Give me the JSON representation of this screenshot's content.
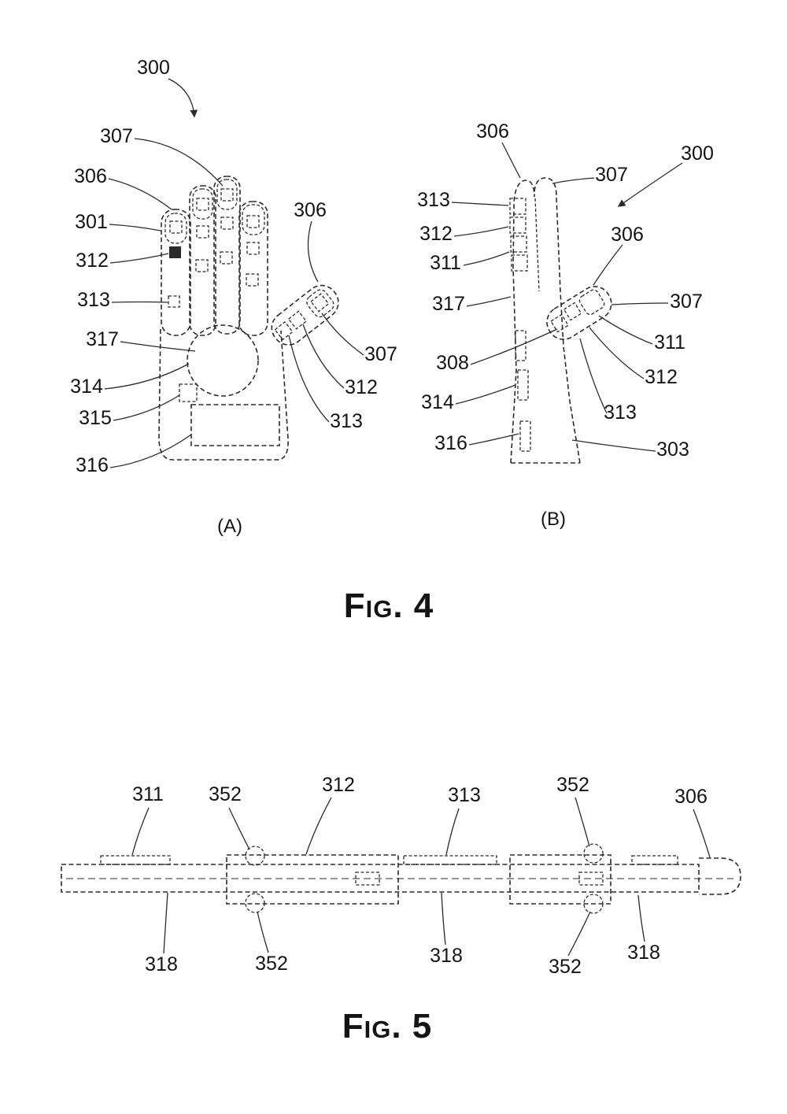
{
  "colors": {
    "ink": "#2b2b2b",
    "background": "#ffffff"
  },
  "fig4": {
    "caption": "Fig. 4",
    "panelA": {
      "label": "(A)",
      "callouts": {
        "c300": "300",
        "c307": "307",
        "c306": "306",
        "c301": "301",
        "c312": "312",
        "c313": "313",
        "c317": "317",
        "c314": "314",
        "c315": "315",
        "c316": "316",
        "c306_thumb": "306",
        "c307_thumb": "307",
        "c312_thumb": "312",
        "c313_thumb": "313"
      }
    },
    "panelB": {
      "label": "(B)",
      "callouts": {
        "c306_tip": "306",
        "c307_tip": "307",
        "c300": "300",
        "c313": "313",
        "c312": "312",
        "c311": "311",
        "c306_thumb": "306",
        "c317": "317",
        "c307_thumb": "307",
        "c311_thumb": "311",
        "c308": "308",
        "c312_thumb": "312",
        "c314": "314",
        "c313_thumb": "313",
        "c316": "316",
        "c303": "303"
      }
    }
  },
  "fig5": {
    "caption": "Fig. 5",
    "top": {
      "c311": "311",
      "c352_left": "352",
      "c312": "312",
      "c313": "313",
      "c352_right": "352",
      "c306": "306"
    },
    "bottom": {
      "c318_left": "318",
      "c352_left": "352",
      "c318_mid": "318",
      "c352_right": "352",
      "c318_right": "318"
    }
  }
}
